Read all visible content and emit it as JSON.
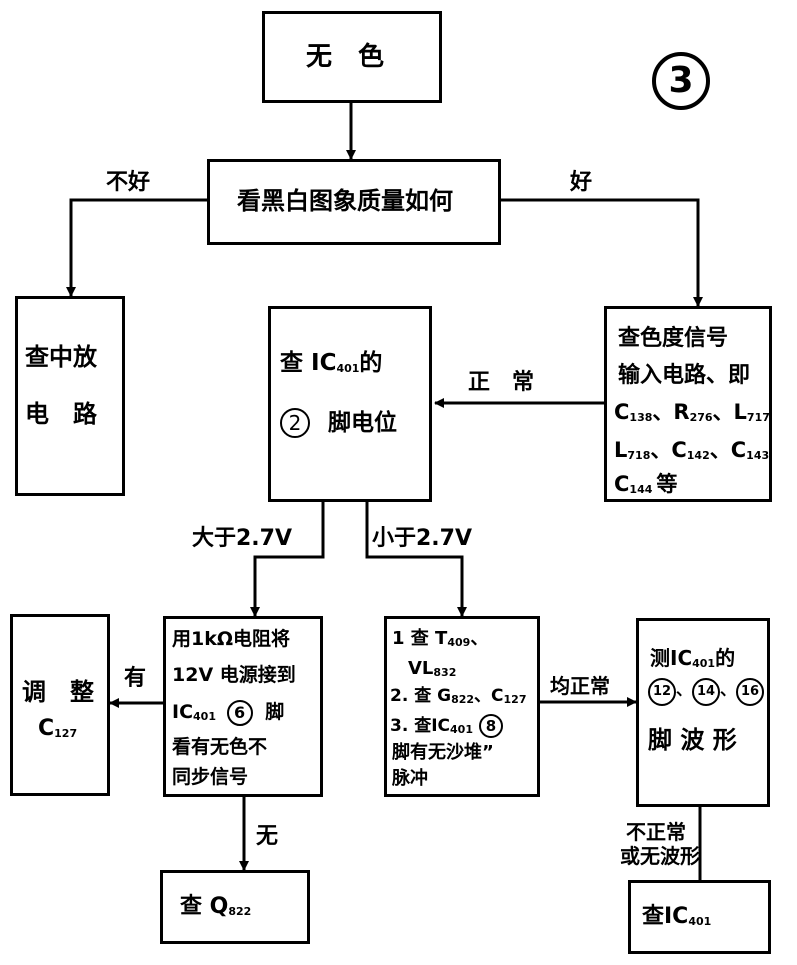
{
  "page_marker": "3",
  "nodes": {
    "no_color": {
      "text": "无　色"
    },
    "check_bw": {
      "text": "看黑白图象质量如何"
    },
    "check_if": {
      "line1": "查中放",
      "line2": "电　路"
    },
    "check_chroma_input": {
      "line1": "查色度信号",
      "line2": "输入电路、即",
      "l3_a": "C",
      "l3_a_sub": "138",
      "l3_sep1": "、R",
      "l3_b_sub": "276",
      "l3_sep2": "、L",
      "l3_c_sub": "717",
      "l4_a": "L",
      "l4_a_sub": "718",
      "l4_sep1": "、C",
      "l4_b_sub": "142",
      "l4_sep2": "、C",
      "l4_c_sub": "143",
      "l5_a": "C",
      "l5_a_sub": "144",
      "l5_tail": "等"
    },
    "check_pin2": {
      "l1_prefix": "查 IC",
      "l1_sub": "401",
      "l1_suffix": "的",
      "pin_num": "2",
      "l2_suffix": "脚电位"
    },
    "adjust_c127": {
      "line1": "调　整",
      "l2_prefix": "C",
      "l2_sub": "127"
    },
    "connect_12v": {
      "line1": "用1kΩ电阻将",
      "line2": "12V 电源接到",
      "l3_prefix": "IC",
      "l3_sub": "401",
      "pin_num": "6",
      "l3_suffix": "脚",
      "line4": "看有无色不",
      "line5": "同步信号"
    },
    "check_t409": {
      "l1_prefix": "1 查 T",
      "l1_sub": "409",
      "l1_suffix": "、",
      "l2_prefix": "VL",
      "l2_sub": "832",
      "l3_prefix": "2. 查 G",
      "l3_sub": "822",
      "l3_mid": "、C",
      "l3_sub2": "127",
      "l4_prefix": "3. 查IC",
      "l4_sub": "401",
      "pin_num": "8",
      "line5": "脚有无沙堆”",
      "line6": "脉冲"
    },
    "measure_waveform": {
      "l1_prefix": "测IC",
      "l1_sub": "401",
      "l1_suffix": "的",
      "pin_a": "12",
      "pin_sep1": "、",
      "pin_b": "14",
      "pin_sep2": "、",
      "pin_c": "16",
      "line3": "脚 波 形"
    },
    "check_q822": {
      "prefix": "查 Q",
      "sub": "822"
    },
    "check_ic401": {
      "prefix": "查IC",
      "sub": "401"
    }
  },
  "edge_labels": {
    "bad": "不好",
    "good": "好",
    "normal": "正　常",
    "greater": "大于2.7V",
    "less": "小于2.7V",
    "yes": "有",
    "no": "无",
    "all_normal": "均正常",
    "abnormal_line1": "不正常",
    "abnormal_line2": "或无波形"
  }
}
